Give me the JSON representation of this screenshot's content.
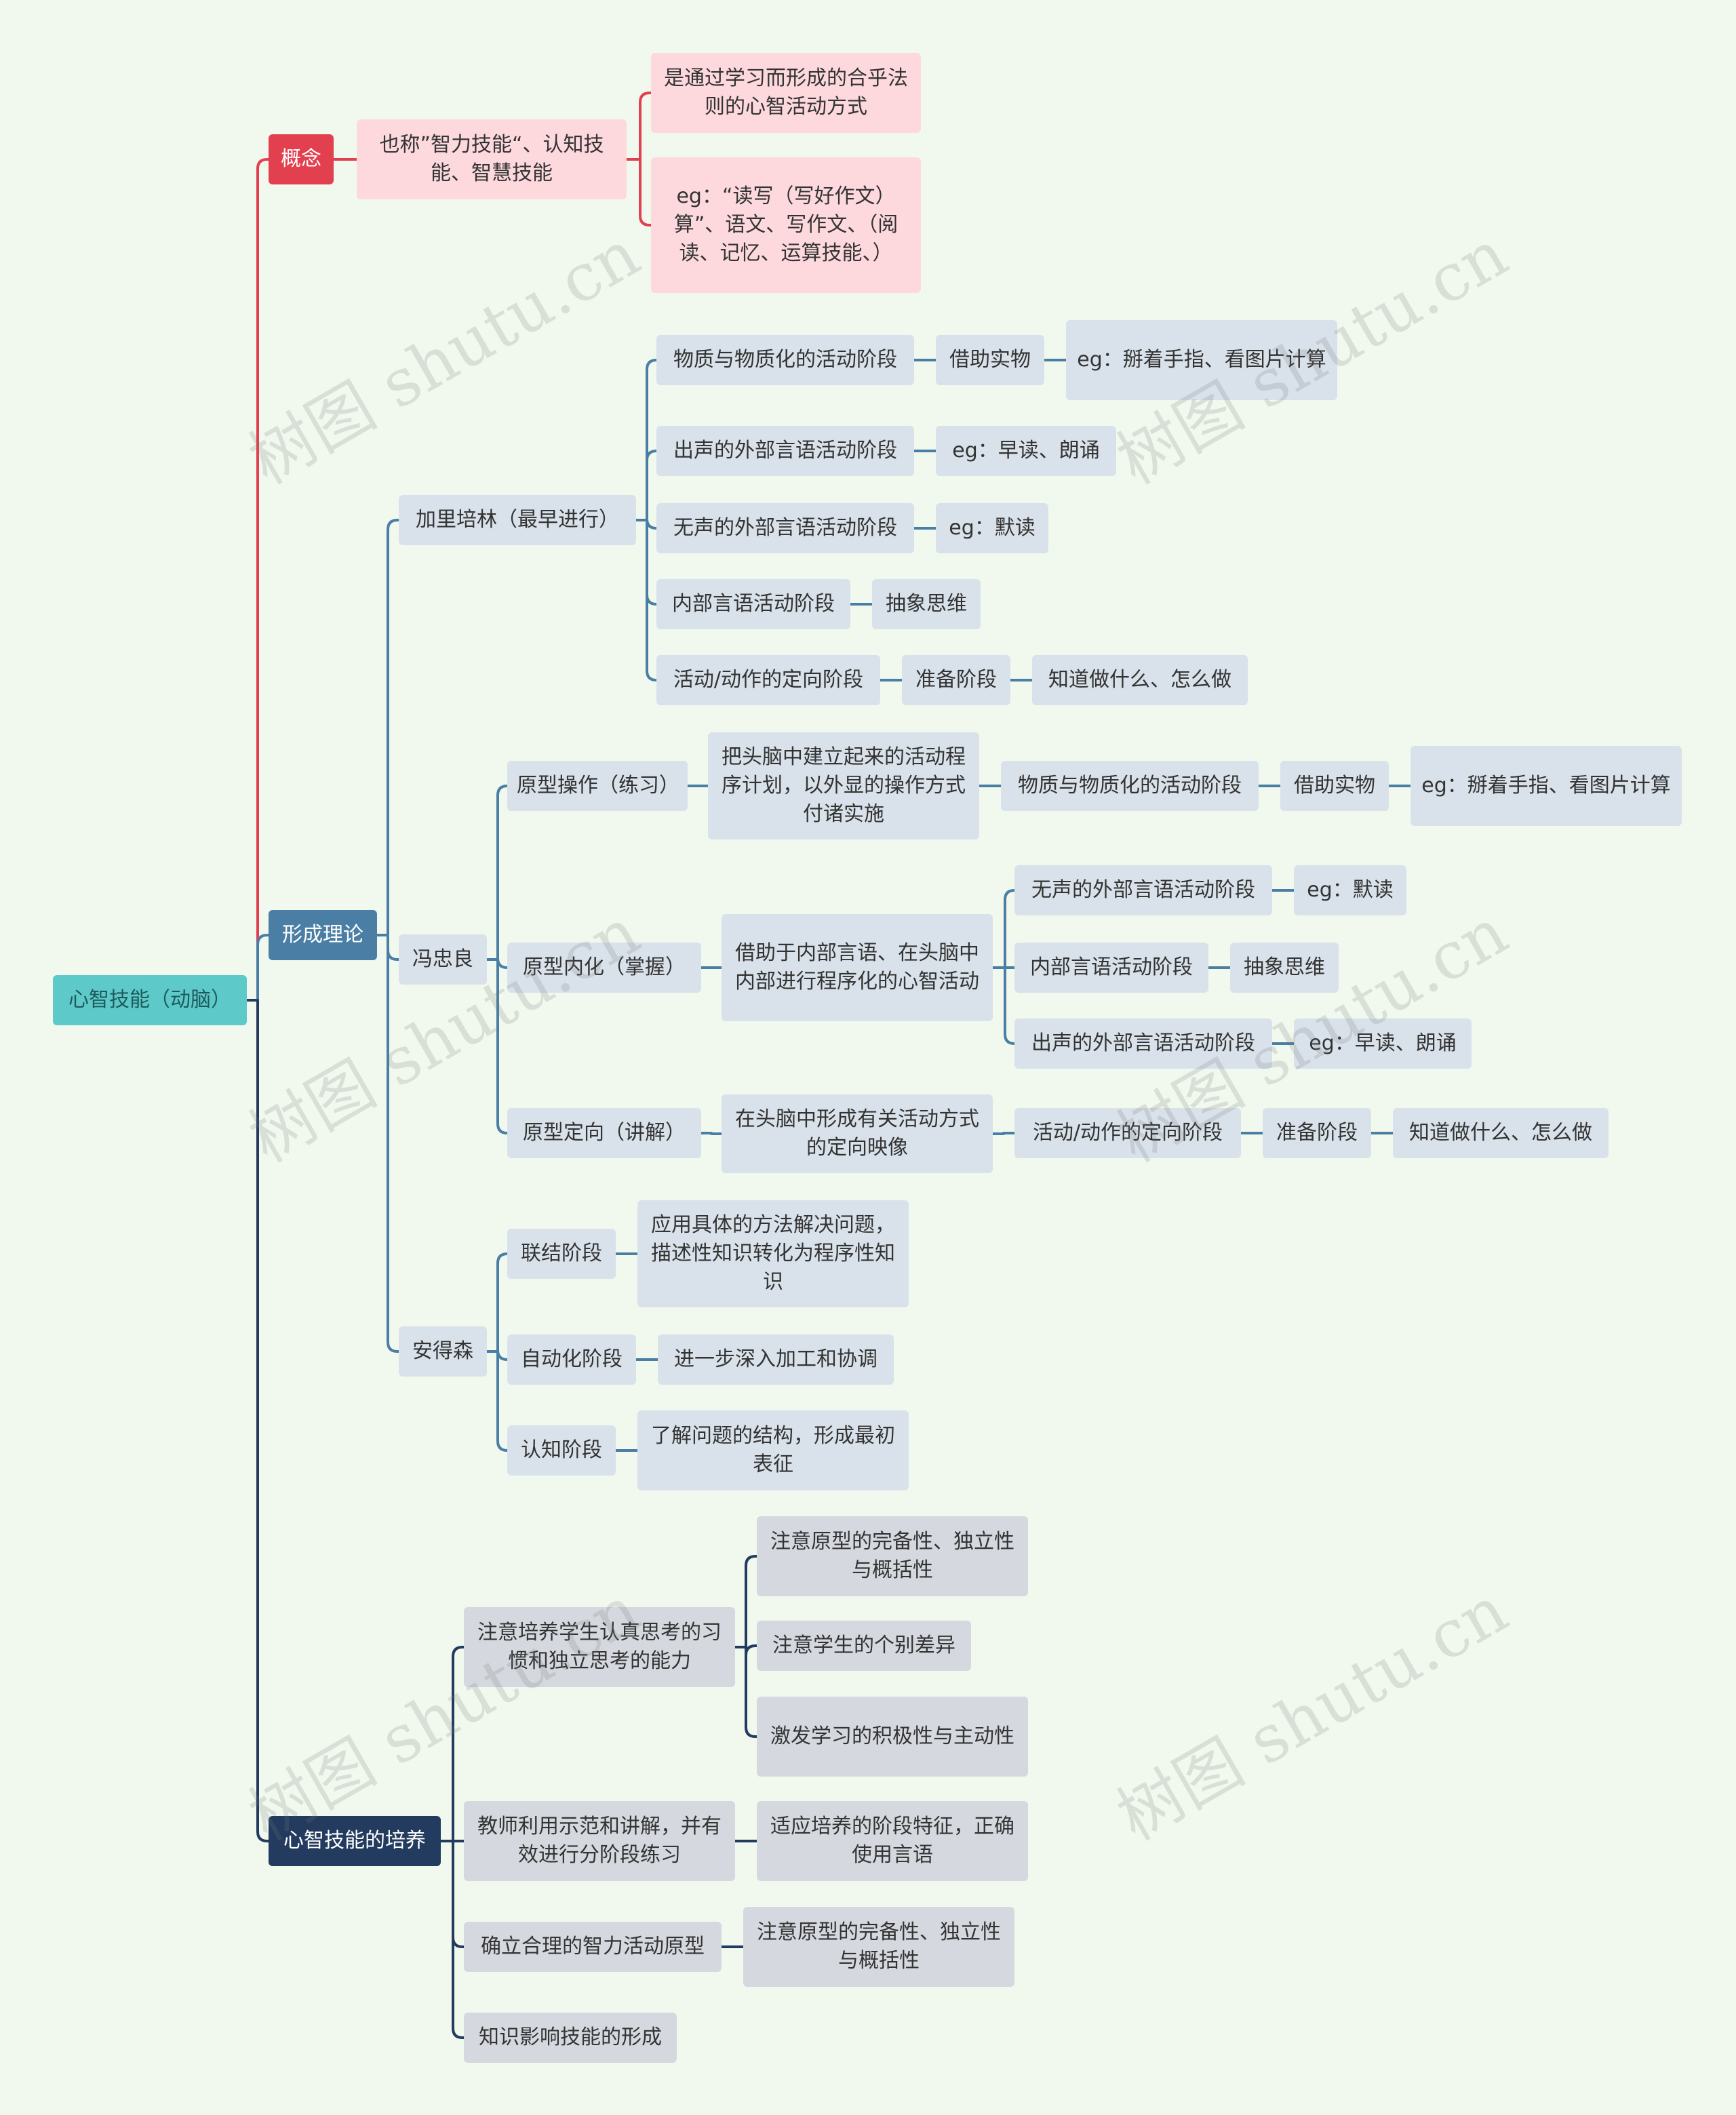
{
  "root": "心智技能（动脑）",
  "concept": {
    "label": "概念",
    "desc": "也称”智力技能“、认知技能、智慧技能",
    "def": "是通过学习而形成的合乎法则的心智活动方式",
    "eg": "eg：“读写（写好作文）算”、语文、写作文、（阅读、记忆、运算技能、）"
  },
  "theory": {
    "label": "形成理论",
    "galperin": {
      "label": "加里培林（最早进行）",
      "s1": "物质与物质化的活动阶段",
      "s1a": "借助实物",
      "s1b": "eg：掰着手指、看图片计算",
      "s2": "出声的外部言语活动阶段",
      "s2a": "eg：早读、朗诵",
      "s3": "无声的外部言语活动阶段",
      "s3a": "eg：默读",
      "s4": "内部言语活动阶段",
      "s4a": "抽象思维",
      "s5": "活动/动作的定向阶段",
      "s5a": "准备阶段",
      "s5b": "知道做什么、怎么做"
    },
    "feng": {
      "label": "冯忠良",
      "op": "原型操作（练习）",
      "op_d": "把头脑中建立起来的活动程序计划，以外显的操作方式付诸实施",
      "op_1": "物质与物质化的活动阶段",
      "op_2": "借助实物",
      "op_3": "eg：掰着手指、看图片计算",
      "in": "原型内化（掌握）",
      "in_d": "借助于内部言语、在头脑中内部进行程序化的心智活动",
      "in_a": "无声的外部言语活动阶段",
      "in_a1": "eg：默读",
      "in_b": "内部言语活动阶段",
      "in_b1": "抽象思维",
      "in_c": "出声的外部言语活动阶段",
      "in_c1": "eg：早读、朗诵",
      "or": "原型定向（讲解）",
      "or_d": "在头脑中形成有关活动方式的定向映像",
      "or_1": "活动/动作的定向阶段",
      "or_2": "准备阶段",
      "or_3": "知道做什么、怎么做"
    },
    "anderson": {
      "label": "安得森",
      "a1": "联结阶段",
      "a1d": "应用具体的方法解决问题，描述性知识转化为程序性知识",
      "a2": "自动化阶段",
      "a2d": "进一步深入加工和协调",
      "a3": "认知阶段",
      "a3d": "了解问题的结构，形成最初表征"
    }
  },
  "cultivate": {
    "label": "心智技能的培养",
    "t1": "注意培养学生认真思考的习惯和独立思考的能力",
    "t1a": "注意原型的完备性、独立性与概括性",
    "t1b": "注意学生的个别差异",
    "t1c": "激发学习的积极性与主动性",
    "t2": "教师利用示范和讲解，并有效进行分阶段练习",
    "t2a": "适应培养的阶段特征，正确使用言语",
    "t3": "确立合理的智力活动原型",
    "t3a": "注意原型的完备性、独立性与概括性",
    "t4": "知识影响技能的形成"
  },
  "watermark": "树图 shutu.cn",
  "colors": {
    "concept": "#e2404f",
    "theory": "#4a7ea4",
    "cultivate": "#233b5e",
    "root": "#5ec9c9"
  }
}
